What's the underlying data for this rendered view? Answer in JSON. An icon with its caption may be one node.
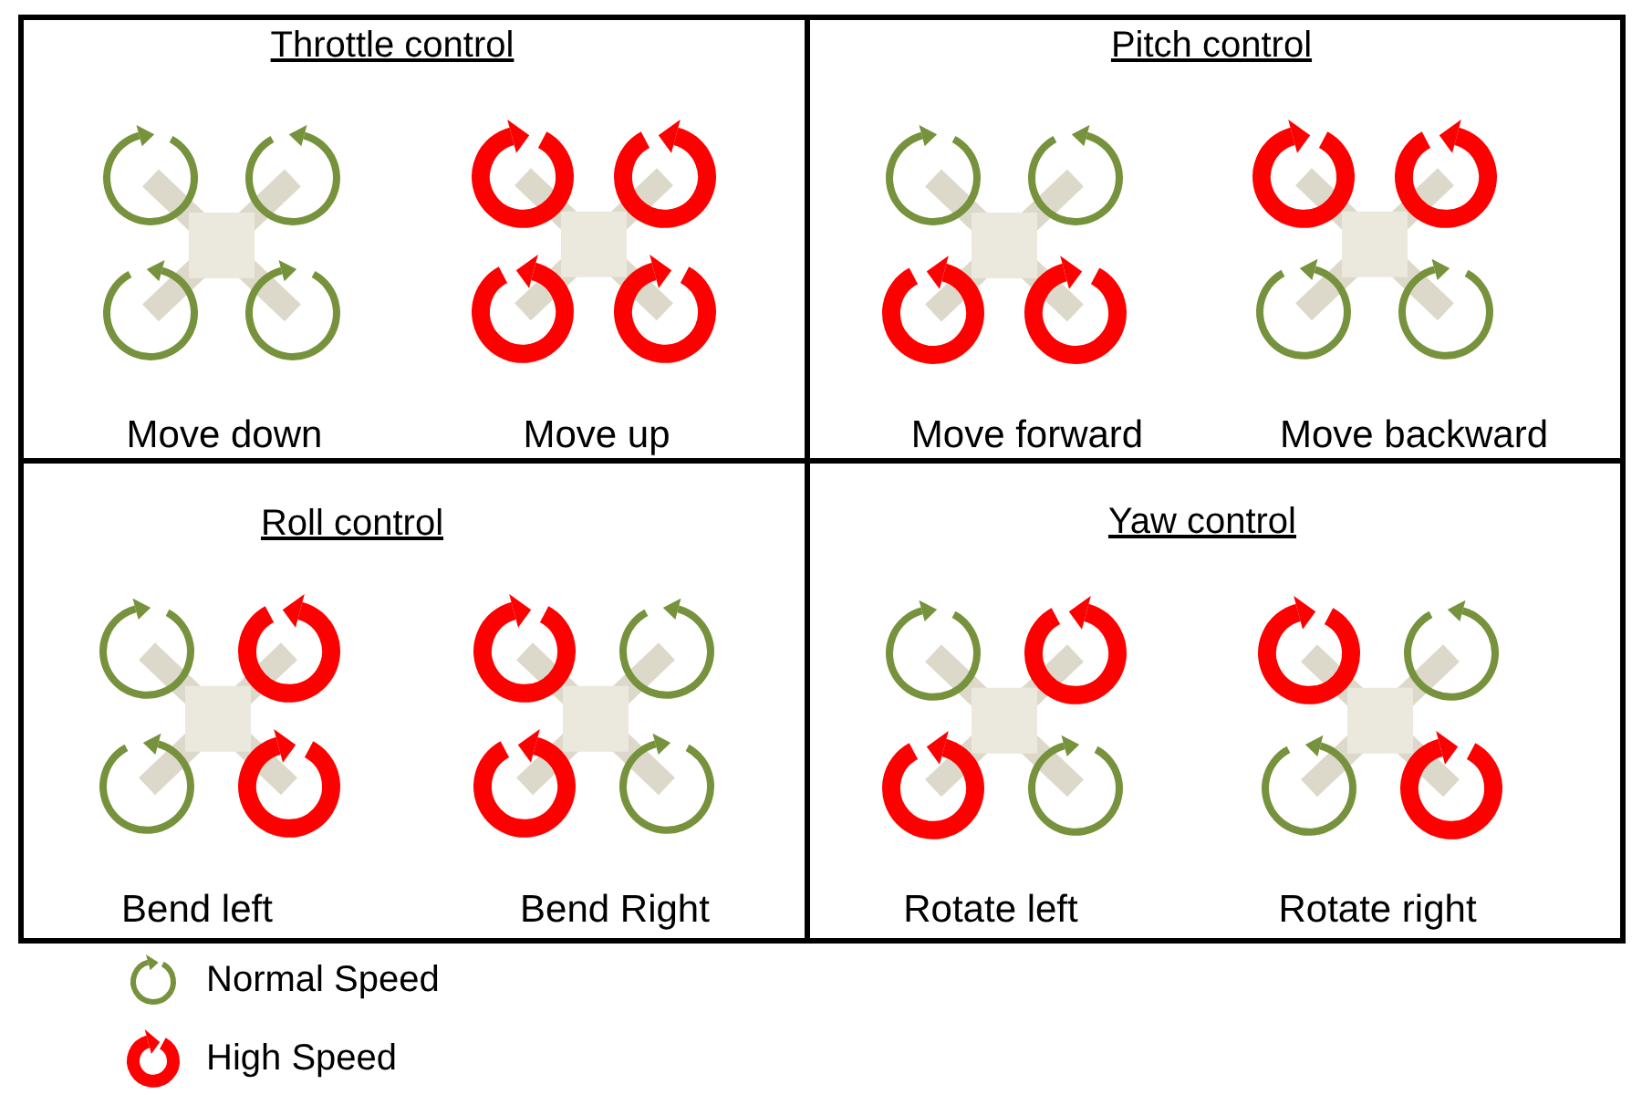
{
  "diagram": {
    "nodes": [
      {
        "text": [
          "Throttle control",
          "Move down",
          "Move up"
        ]
      },
      {
        "text": [
          "Pitch control",
          "Move forward",
          "Move backward"
        ]
      },
      {
        "text": [
          "Roll control",
          "Bend left",
          "Bend Right"
        ]
      },
      {
        "text": [
          "Yaw control",
          "Rotate left",
          "Rotate right"
        ]
      }
    ],
    "legend": [
      {
        "text": "Normal Speed",
        "color": "#76923c"
      },
      {
        "text": "High Speed",
        "color": "#ff0000"
      }
    ]
  }
}
